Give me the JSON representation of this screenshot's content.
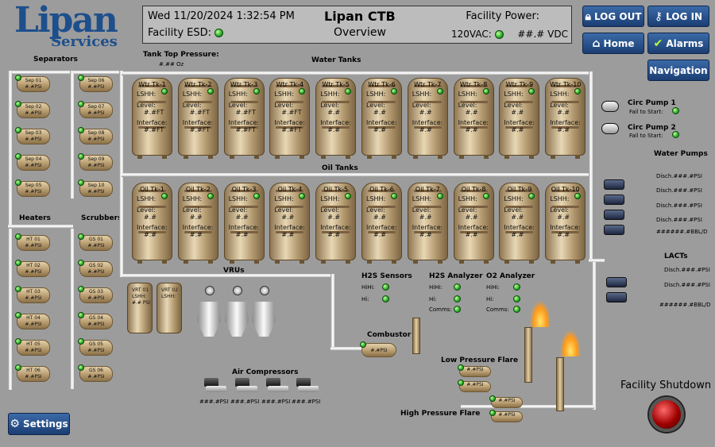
{
  "logo": {
    "line1": "Lipan",
    "line2": "Services"
  },
  "header": {
    "datetime": "Wed 11/20/2024 1:32:54 PM",
    "esd_label": "Facility ESD:",
    "title": "Lipan CTB",
    "subtitle": "Overview",
    "power_label": "Facility Power:",
    "vac": "120VAC:",
    "vdc": "##.# VDC"
  },
  "buttons": {
    "logout": "LOG OUT",
    "login": "LOG IN",
    "home": "Home",
    "alarms": "Alarms",
    "navigation": "Navigation",
    "settings": "Settings"
  },
  "labels": {
    "separators": "Separators",
    "tank_top_pressure": "Tank Top Pressure:",
    "tank_top_value": "#.## Oz",
    "water_tanks": "Water Tanks",
    "oil_tanks": "Oil Tanks",
    "heaters": "Heaters",
    "scrubbers": "Scrubbers",
    "vrus": "VRUs",
    "air_compressors": "Air Compressors",
    "combustor": "Combustor",
    "lp_flare": "Low Pressure Flare",
    "hp_flare": "High Pressure Flare",
    "h2s_sensors": "H2S Sensors",
    "h2s_analyzer": "H2S Analyzer",
    "o2_analyzer": "O2 Analyzer",
    "circ_pump1": "Circ Pump 1",
    "circ_pump2": "Circ Pump 2",
    "fail_to_start": "Fail to Start:",
    "water_pumps": "Water Pumps",
    "lacts": "LACTs",
    "facility_shutdown": "Facility Shutdown",
    "hihi": "HiHi:",
    "hi": "Hi:",
    "comms": "Comms:",
    "disch": "Disch.###.#PSI",
    "wp_total": "######.#BBL/D",
    "lact_total": "######.#BBL/D"
  },
  "separators": [
    "Sep 01",
    "Sep 02",
    "Sep 03",
    "Sep 04",
    "Sep 05",
    "Sep 06",
    "Sep 07",
    "Sep 08",
    "Sep 09",
    "Sep 10"
  ],
  "heaters": [
    "HT 01",
    "HT 02",
    "HT 03",
    "HT 04",
    "HT 05",
    "HT 06"
  ],
  "scrubbers": [
    "GS 01",
    "GS 02",
    "GS 03",
    "GS 04",
    "GS 05",
    "GS 06"
  ],
  "vessel_psi": "#.#PSI",
  "water_tanks": [
    "Wtr Tk-1",
    "Wtr Tk-2",
    "Wtr Tk-3",
    "Wtr Tk-4",
    "Wtr Tk-5",
    "Wtr Tk-6",
    "Wtr Tk-7",
    "Wtr Tk-8",
    "Wtr Tk-9",
    "Wtr Tk-10"
  ],
  "oil_tanks": [
    "Oil Tk-1",
    "Oil Tk-2",
    "Oil Tk-3",
    "Oil Tk-4",
    "Oil Tk-5",
    "Oil Tk-6",
    "Oil Tk-7",
    "Oil Tk-8",
    "Oil Tk-9",
    "Oil Tk-10"
  ],
  "tank_fields": {
    "lshh": "LSHH:",
    "level": "Level:",
    "interface": "Interface:",
    "val_ft": "#.#FT",
    "val": "#.#"
  },
  "vrt": [
    "VRT 01",
    "VRT 02"
  ],
  "vrt_lshh": "LSHH:",
  "vrt_psi": "#.# PSI",
  "air_comp_psi": "###.#PSI",
  "combustor_psi": "#.#PSI",
  "flare_psi": "#.#PSI"
}
